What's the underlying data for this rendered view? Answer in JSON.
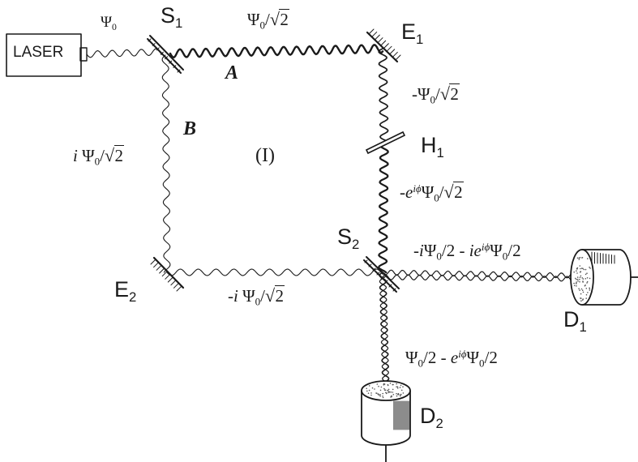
{
  "laser": {
    "label": "LASER"
  },
  "components": {
    "S1": {
      "letter": "S",
      "index": "1"
    },
    "S2": {
      "letter": "S",
      "index": "2"
    },
    "E1": {
      "letter": "E",
      "index": "1"
    },
    "E2": {
      "letter": "E",
      "index": "2"
    },
    "H1": {
      "letter": "H",
      "index": "1"
    },
    "D1": {
      "letter": "D",
      "index": "1"
    },
    "D2": {
      "letter": "D",
      "index": "2"
    }
  },
  "paths": {
    "A": "A",
    "B": "B"
  },
  "region": "(I)",
  "waves": {
    "psi": "Ψ",
    "zero": "0",
    "sqrt_symbol": "√",
    "two": "2",
    "slash": "/",
    "minus": "-",
    "i": "i",
    "e": "e",
    "iphi": "iϕ",
    "separator": " - "
  }
}
